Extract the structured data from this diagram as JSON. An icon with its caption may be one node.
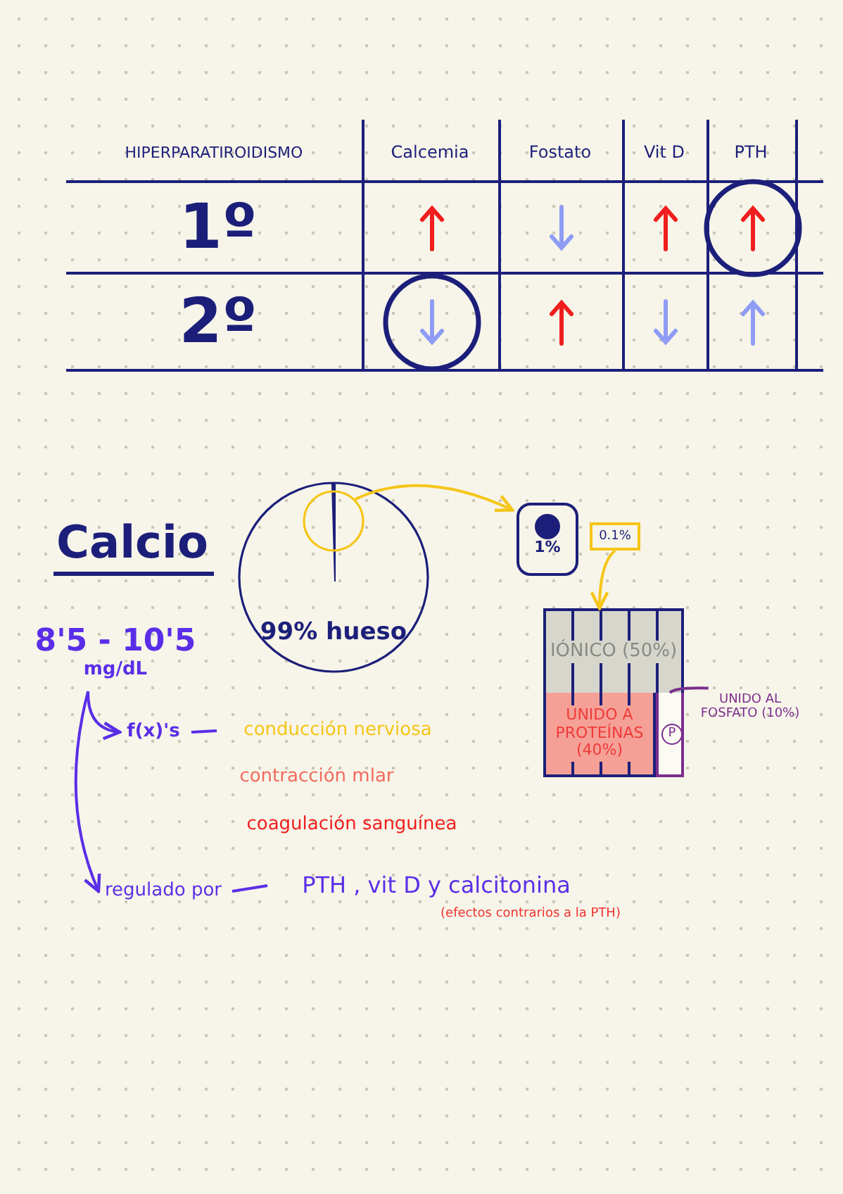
{
  "diagram": {
    "nodes": [
      {
        "text": [
          "99% hueso"
        ]
      },
      {
        "text": [],
        "shape": "circle",
        "in": 0
      },
      {
        "text": [
          "1%"
        ]
      },
      {
        "text": [
          "0.1%"
        ]
      },
      {
        "text": [
          "IÓNICO (50%)"
        ]
      },
      {
        "text": [
          "UNIDO A PROTEÍNAS (40%)"
        ]
      },
      {
        "text": [],
        "shape": "bar"
      },
      {
        "text": [
          "P"
        ],
        "in": 6
      },
      {
        "text": [
          "UNIDO AL FOSFATO (10%)"
        ]
      },
      {
        "text": [
          "8'5 - 10'5",
          "mg/dL"
        ]
      },
      {
        "text": [
          "f(x)'s"
        ]
      },
      {
        "text": [
          "conducción nerviosa"
        ]
      },
      {
        "text": [
          "contracción mlar"
        ]
      },
      {
        "text": [
          "coagulación sanguínea"
        ]
      },
      {
        "text": [
          "regulado por"
        ]
      },
      {
        "text": [
          "PTH , vit D y calcitonina"
        ],
        "beside": [
          "(efectos contrarios a la PTH)"
        ]
      }
    ],
    "edges": [
      {
        "from": 1,
        "to": 2,
        "arrow": "to",
        "color": "#f5c518"
      },
      {
        "from": 3,
        "to": 4,
        "arrow": "to",
        "color": "#f5c518"
      },
      {
        "from": 8,
        "to": 6,
        "arrow": "none",
        "color": "#7b2d8e"
      },
      {
        "from": 9,
        "to": 10,
        "arrow": "to"
      },
      {
        "from": 9,
        "to": 14,
        "arrow": "to"
      },
      {
        "from": 10,
        "to": 11,
        "arrow": "none"
      },
      {
        "from": 14,
        "to": 15,
        "arrow": "none"
      }
    ],
    "labels": [
      "HIPERPARATIROIDISMO",
      "Calcemia",
      "Fostato",
      "Vit D",
      "PTH",
      "1º",
      "2º",
      "Calcio"
    ]
  }
}
